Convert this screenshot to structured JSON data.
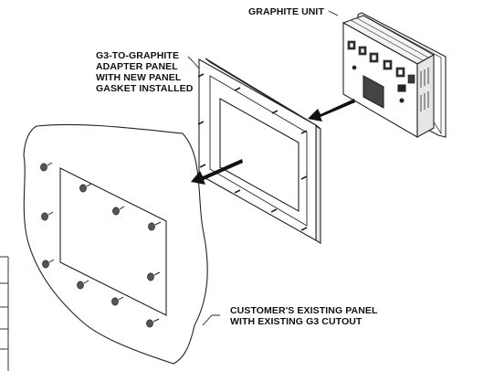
{
  "labels": {
    "graphite_unit": [
      "GRAPHITE UNIT"
    ],
    "adapter_panel": [
      "G3-TO-GRAPHITE",
      "ADAPTER PANEL",
      "WITH NEW PANEL",
      "GASKET INSTALLED"
    ],
    "customer_panel": [
      "CUSTOMER'S EXISTING PANEL",
      "WITH EXISTING G3 CUTOUT"
    ]
  },
  "colors": {
    "line": "#222222",
    "fill": "#ffffff",
    "arrow": "#111111"
  }
}
